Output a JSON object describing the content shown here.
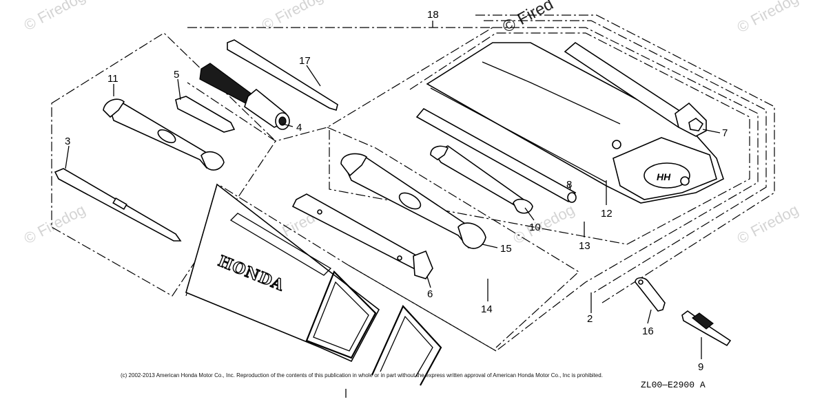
{
  "callouts": [
    {
      "id": "c2",
      "label": "2"
    },
    {
      "id": "c3",
      "label": "3"
    },
    {
      "id": "c4",
      "label": "4"
    },
    {
      "id": "c5",
      "label": "5"
    },
    {
      "id": "c6",
      "label": "6"
    },
    {
      "id": "c7",
      "label": "7"
    },
    {
      "id": "c8",
      "label": "8"
    },
    {
      "id": "c9",
      "label": "9"
    },
    {
      "id": "c10",
      "label": "10"
    },
    {
      "id": "c11",
      "label": "11"
    },
    {
      "id": "c12",
      "label": "12"
    },
    {
      "id": "c13",
      "label": "13"
    },
    {
      "id": "c14",
      "label": "14"
    },
    {
      "id": "c15",
      "label": "15"
    },
    {
      "id": "c16",
      "label": "16"
    },
    {
      "id": "c17",
      "label": "17"
    },
    {
      "id": "c18",
      "label": "18"
    }
  ],
  "watermark": "© Firedog",
  "watermark_short": "© Fired",
  "brand_text": "HONDA",
  "copyright": "(c) 2002-2013 American Honda Motor Co., Inc. Reproduction of the contents of this publication in whole or in part without the express written approval of American Honda Motor Co., Inc is prohibited.",
  "diagram_code": "ZL00—E2900 A"
}
